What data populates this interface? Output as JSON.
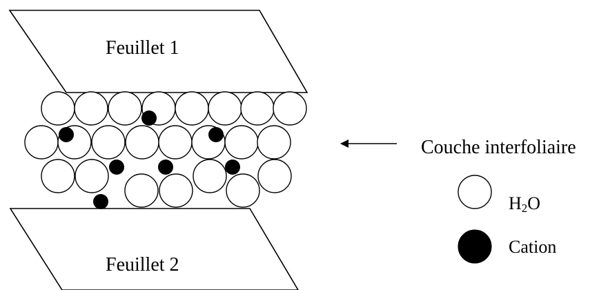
{
  "diagram": {
    "sheet_top_label": "Feuillet 1",
    "sheet_bottom_label": "Feuillet 2",
    "layer_label": "Couche interfoliaire",
    "legend": {
      "water_main": "H",
      "water_sub": "2",
      "water_tail": "O",
      "cation_label": "Cation"
    }
  },
  "colors": {
    "water_fill": "#ffffff",
    "cation_fill": "#000000",
    "outline": "#000000"
  }
}
